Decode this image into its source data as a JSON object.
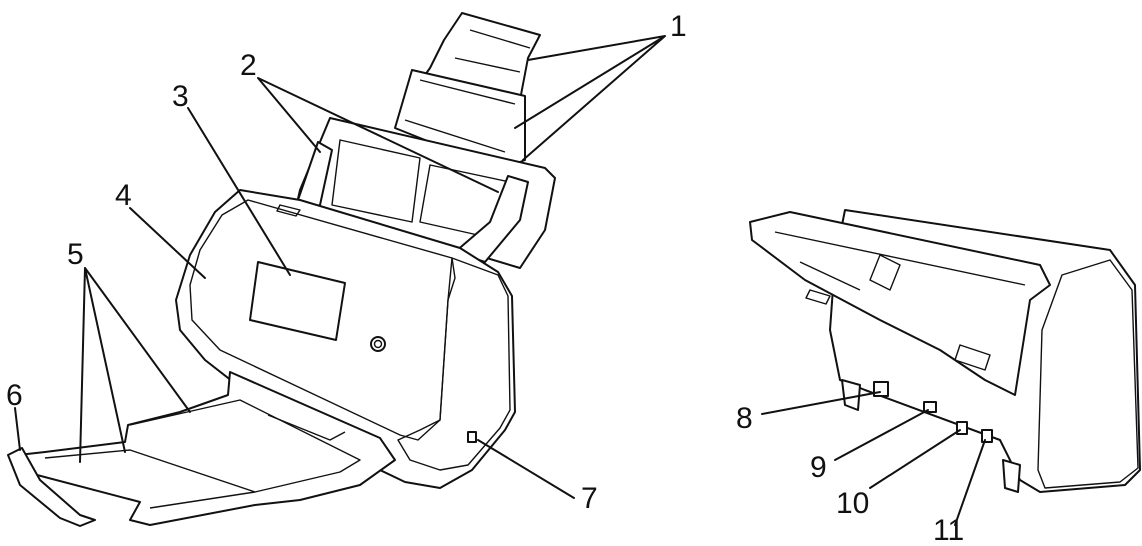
{
  "callouts": [
    {
      "id": "1",
      "label": "1"
    },
    {
      "id": "2",
      "label": "2"
    },
    {
      "id": "3",
      "label": "3"
    },
    {
      "id": "4",
      "label": "4"
    },
    {
      "id": "5",
      "label": "5"
    },
    {
      "id": "6",
      "label": "6"
    },
    {
      "id": "7",
      "label": "7"
    },
    {
      "id": "8",
      "label": "8"
    },
    {
      "id": "9",
      "label": "9"
    },
    {
      "id": "10",
      "label": "10"
    },
    {
      "id": "11",
      "label": "11"
    }
  ],
  "colors": {
    "line": "#111111",
    "fill": "#ffffff"
  }
}
